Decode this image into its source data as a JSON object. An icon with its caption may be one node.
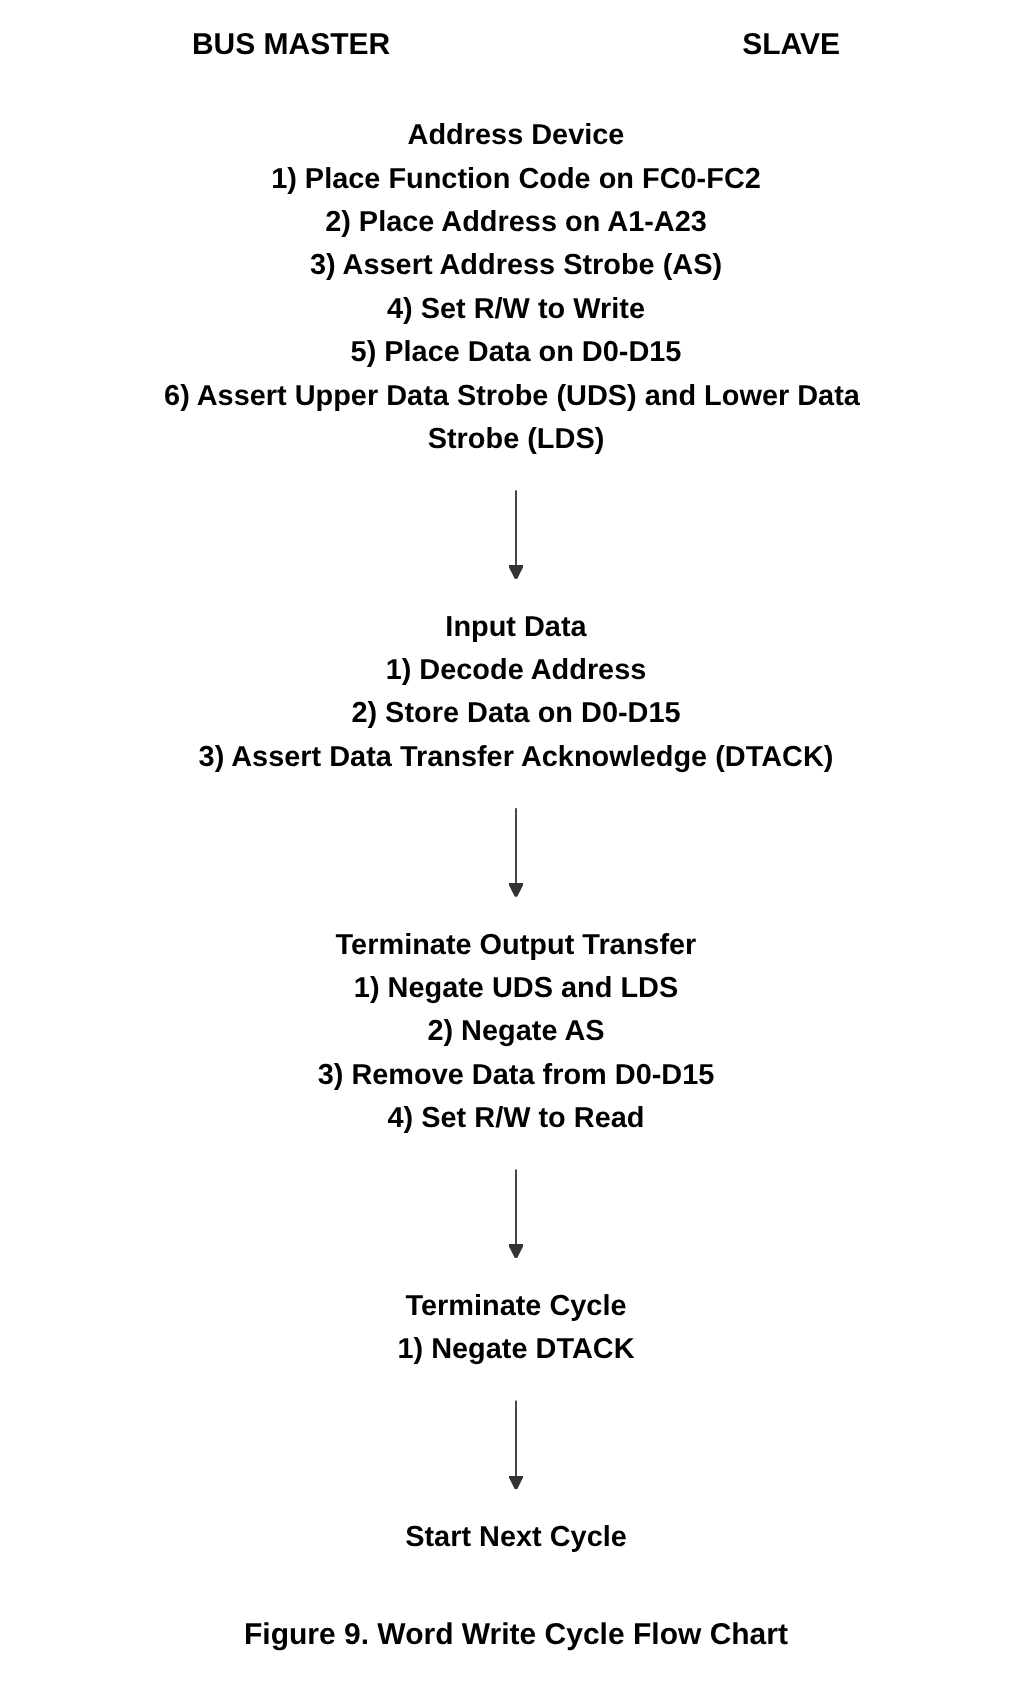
{
  "diagram": {
    "caption": "Figure 9. Word Write Cycle Flow Chart",
    "nodes": [
      {
        "text": [
          "Address Device",
          "1) Place Function Code on FC0-FC2",
          "2) Place Address on A1-A23",
          "3) Assert Address Strobe (AS)",
          "4) Set R/W to Write",
          "5) Place Data on D0-D15",
          "6) Assert Upper Data Strobe (UDS) and Lower Data Strobe (LDS)"
        ]
      },
      {
        "text": [
          "Input Data",
          "1) Decode Address",
          "2) Store Data on D0-D15",
          "3) Assert Data Transfer Acknowledge (DTACK)"
        ]
      },
      {
        "text": [
          "Terminate Output Transfer",
          "1) Negate UDS and LDS",
          "2) Negate AS",
          "3) Remove Data from D0-D15",
          "4) Set R/W to Read"
        ]
      },
      {
        "text": [
          "Terminate Cycle",
          "1) Negate DTACK"
        ]
      },
      {
        "text": [
          "Start Next Cycle"
        ]
      }
    ],
    "edges": [
      {
        "from": 0,
        "to": 1,
        "arrow": "to"
      },
      {
        "from": 1,
        "to": 2,
        "arrow": "to"
      },
      {
        "from": 2,
        "to": 3,
        "arrow": "to"
      },
      {
        "from": 3,
        "to": 4,
        "arrow": "to"
      }
    ],
    "labels": [
      "BUS MASTER",
      "SLAVE"
    ]
  }
}
